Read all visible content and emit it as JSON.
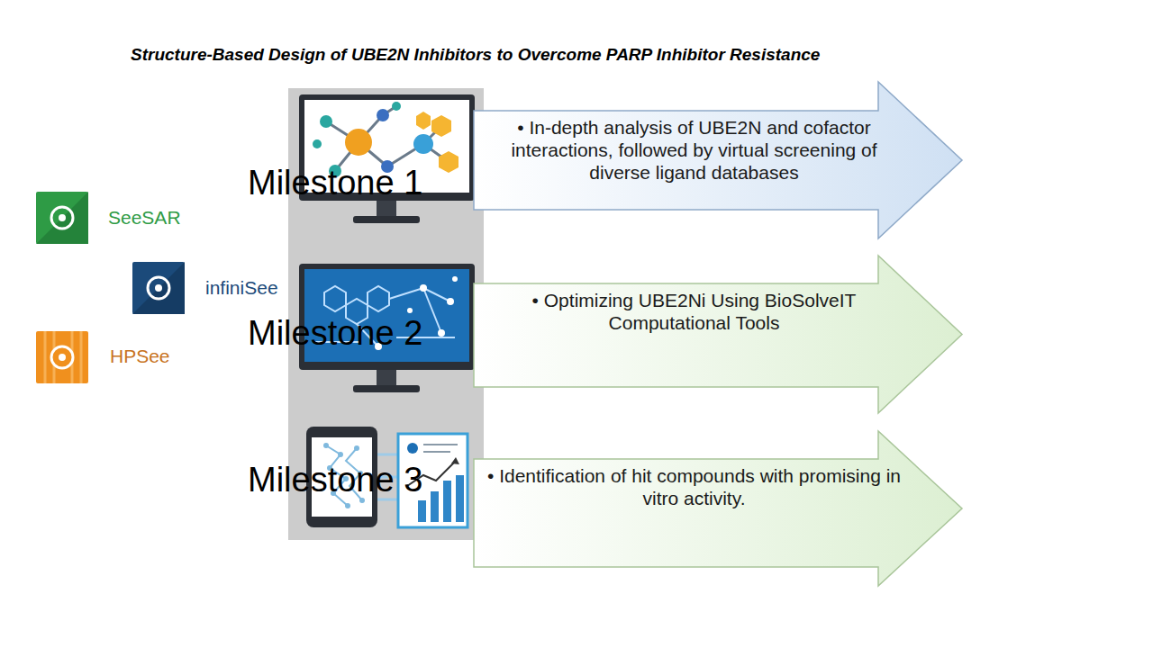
{
  "diagram": {
    "title": "Structure-Based Design of UBE2N Inhibitors to Overcome PARP Inhibitor Resistance",
    "nodes": [
      {
        "text": [
          "• In-depth analysis of UBE2N and cofactor interactions, followed by virtual screening of diverse ligand databases"
        ]
      },
      {
        "text": [
          "• Optimizing UBE2Ni Using BioSolveIT Computational Tools"
        ]
      },
      {
        "text": [
          "• Identification of hit compounds with promising in vitro activity."
        ]
      }
    ],
    "labels": [
      "SeeSAR",
      "infiniSee",
      "HPSee",
      "Milestone 1",
      "Milestone 2",
      "Milestone 3"
    ]
  }
}
